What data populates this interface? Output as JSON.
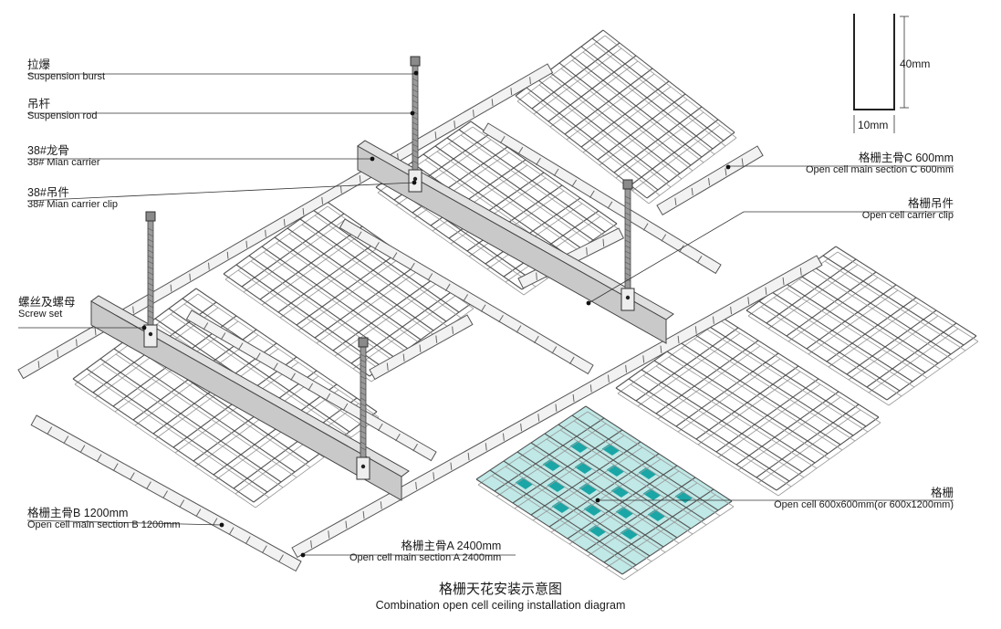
{
  "labels": {
    "suspension_burst": {
      "zh": "拉爆",
      "en": "Suspension burst"
    },
    "suspension_rod": {
      "zh": "吊杆",
      "en": "Suspension rod"
    },
    "main_carrier": {
      "zh": "38#龙骨",
      "en": "38# Mian carrier"
    },
    "main_carrier_clip": {
      "zh": "38#吊件",
      "en": "38# Mian carrier clip"
    },
    "screw_set": {
      "zh": "螺丝及螺母",
      "en": "Screw set"
    },
    "section_c": {
      "zh": "格栅主骨C 600mm",
      "en": "Open cell main section C 600mm"
    },
    "carrier_clip": {
      "zh": "格栅吊件",
      "en": "Open cell carrier clip"
    },
    "open_cell": {
      "zh": "格栅",
      "en": "Open cell 600x600mm(or 600x1200mm)"
    },
    "section_b": {
      "zh": "格栅主骨B 1200mm",
      "en": "Open cell main section B 1200mm"
    },
    "section_a": {
      "zh": "格栅主骨A 2400mm",
      "en": "Open cell main section A 2400mm"
    }
  },
  "profile": {
    "height_label": "40mm",
    "width_label": "10mm"
  },
  "title": {
    "zh": "格栅天花安装示意图",
    "en": "Combination open cell ceiling installation diagram"
  },
  "colors": {
    "highlight_cell": "#1aa6a6",
    "highlight_tint": "#bfe8e6",
    "line": "#555555",
    "carrier_fill": "#c9c9c9"
  }
}
